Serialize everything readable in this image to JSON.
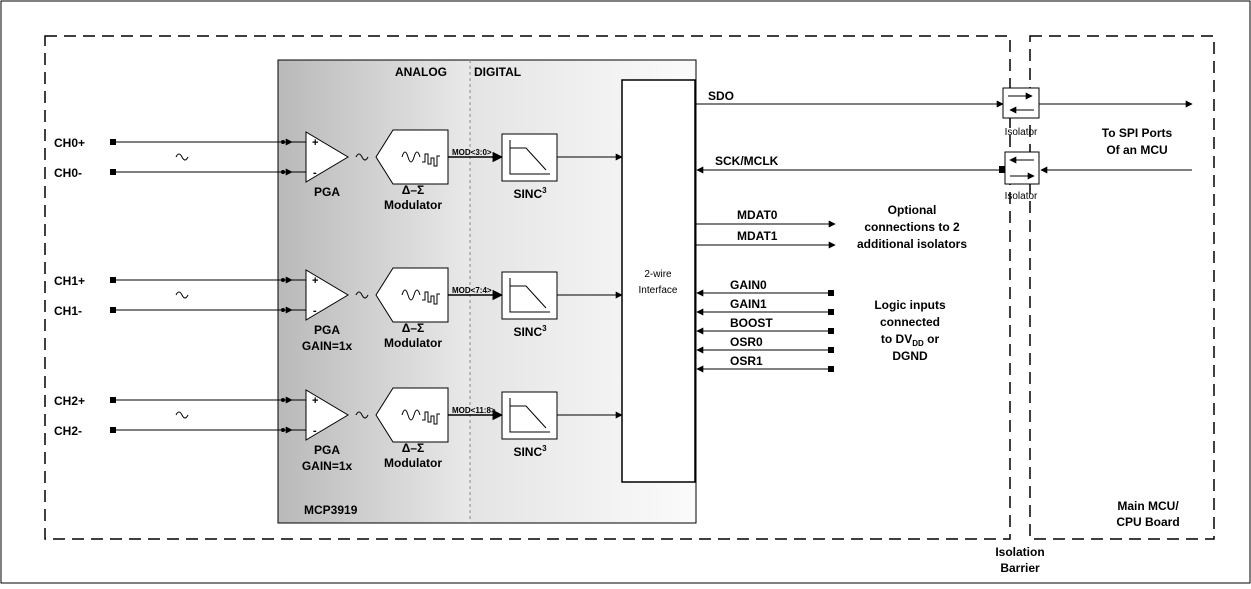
{
  "chip": {
    "name": "MCP3919",
    "analog_label": "ANALOG",
    "digital_label": "DIGITAL",
    "interface_line1": "2-wire",
    "interface_line2": "Interface"
  },
  "channels": [
    {
      "pos": "CH0+",
      "neg": "CH0-",
      "pga_line1": "PGA",
      "pga_line2": "",
      "mod_sym": "Δ–Σ",
      "mod_label": "Modulator",
      "mod_bus": "MOD<3:0>",
      "sinc": "SINC",
      "sinc_exp": "3"
    },
    {
      "pos": "CH1+",
      "neg": "CH1-",
      "pga_line1": "PGA",
      "pga_line2": "GAIN=1x",
      "mod_sym": "Δ–Σ",
      "mod_label": "Modulator",
      "mod_bus": "MOD<7:4>",
      "sinc": "SINC",
      "sinc_exp": "3"
    },
    {
      "pos": "CH2+",
      "neg": "CH2-",
      "pga_line1": "PGA",
      "pga_line2": "GAIN=1x",
      "mod_sym": "Δ–Σ",
      "mod_label": "Modulator",
      "mod_bus": "MOD<11:8>",
      "sinc": "SINC",
      "sinc_exp": "3"
    }
  ],
  "signals": {
    "sdo": "SDO",
    "sck": "SCK/MCLK",
    "mdat0": "MDAT0",
    "mdat1": "MDAT1",
    "logic_inputs": [
      "GAIN0",
      "GAIN1",
      "BOOST",
      "OSR0",
      "OSR1"
    ]
  },
  "isolators": [
    "Isolator",
    "Isolator"
  ],
  "notes": {
    "optional": [
      "Optional",
      "connections to 2",
      "additional isolators"
    ],
    "logic": [
      "Logic inputs",
      "connected",
      "to DV",
      "DD",
      " or",
      "DGND"
    ],
    "spi": [
      "To SPI Ports",
      "Of an MCU"
    ],
    "mcu_board": [
      "Main MCU/",
      "CPU Board"
    ],
    "barrier": [
      "Isolation",
      "Barrier"
    ]
  }
}
